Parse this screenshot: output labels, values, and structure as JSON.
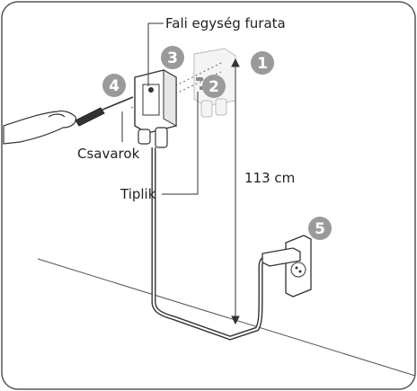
{
  "labels": {
    "wall_unit_hole": "Fali egység furata",
    "screws": "Csavarok",
    "anchors": "Tiplik",
    "distance": "113 cm"
  },
  "steps": [
    "1",
    "2",
    "3",
    "4",
    "5"
  ],
  "colors": {
    "badge": "#9a9a9a",
    "line": "#333333",
    "frame": "#555555",
    "light_part": "#dddddd"
  }
}
